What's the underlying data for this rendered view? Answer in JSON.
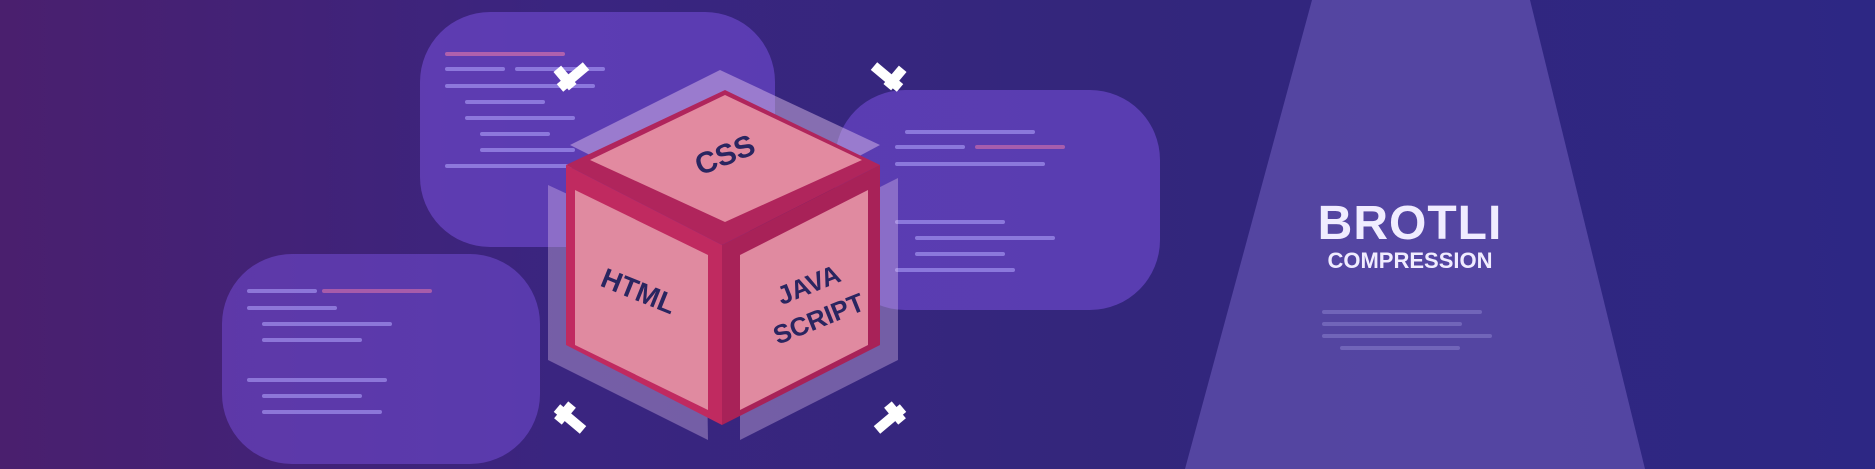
{
  "banner": {
    "cube": {
      "top_face_label": "CSS",
      "left_face_label": "HTML",
      "right_face_label_line1": "JAVA",
      "right_face_label_line2": "SCRIPT"
    },
    "brand": {
      "title": "BROTLI",
      "subtitle": "COMPRESSION"
    },
    "colors": {
      "background": "#33267c",
      "bubble": "#7850dc",
      "cube_face": "#e08aa0",
      "cube_edge": "#b8255a",
      "beam": "#6a5ab8",
      "bracket": "#ffffff"
    }
  }
}
